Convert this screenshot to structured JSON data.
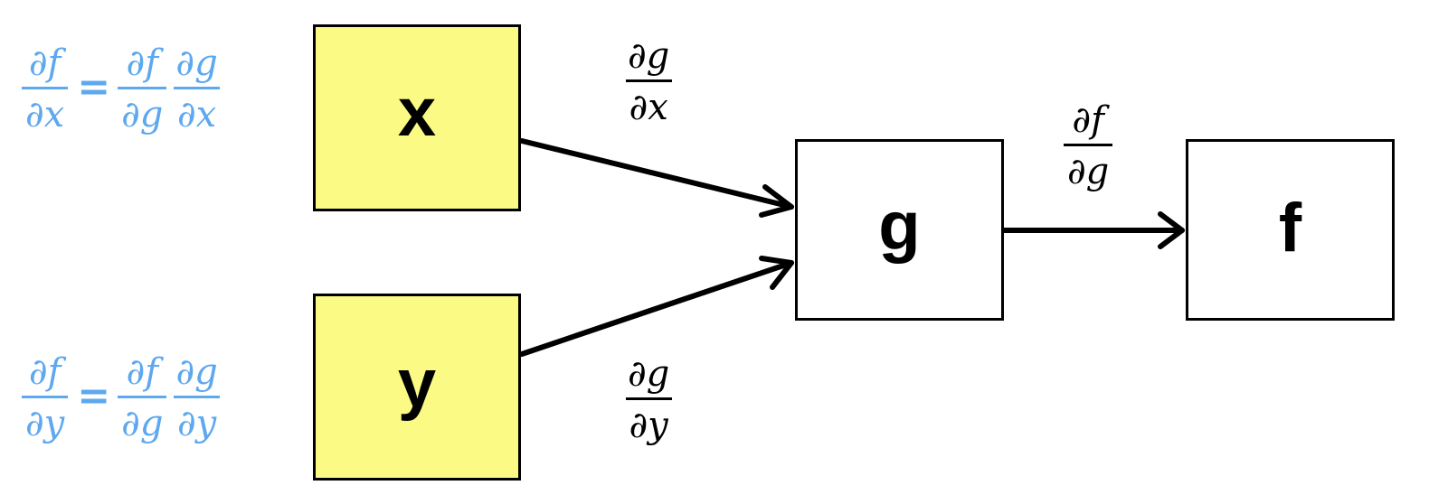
{
  "nodes": {
    "x": {
      "label": "x",
      "color": "#fafa84"
    },
    "y": {
      "label": "y",
      "color": "#fafa84"
    },
    "g": {
      "label": "g",
      "color": "#ffffff"
    },
    "f": {
      "label": "f",
      "color": "#ffffff"
    }
  },
  "edges": [
    {
      "from": "x",
      "to": "g",
      "label": {
        "num": "∂g",
        "den": "∂x"
      }
    },
    {
      "from": "y",
      "to": "g",
      "label": {
        "num": "∂g",
        "den": "∂y"
      }
    },
    {
      "from": "g",
      "to": "f",
      "label": {
        "num": "∂f",
        "den": "∂g"
      }
    }
  ],
  "formulas": {
    "x": {
      "lhs": {
        "num": "∂f",
        "den": "∂x"
      },
      "eq": "=",
      "rhs1": {
        "num": "∂f",
        "den": "∂g"
      },
      "rhs2": {
        "num": "∂g",
        "den": "∂x"
      }
    },
    "y": {
      "lhs": {
        "num": "∂f",
        "den": "∂y"
      },
      "eq": "=",
      "rhs1": {
        "num": "∂f",
        "den": "∂g"
      },
      "rhs2": {
        "num": "∂g",
        "den": "∂y"
      }
    },
    "color": "#5da8ef"
  }
}
